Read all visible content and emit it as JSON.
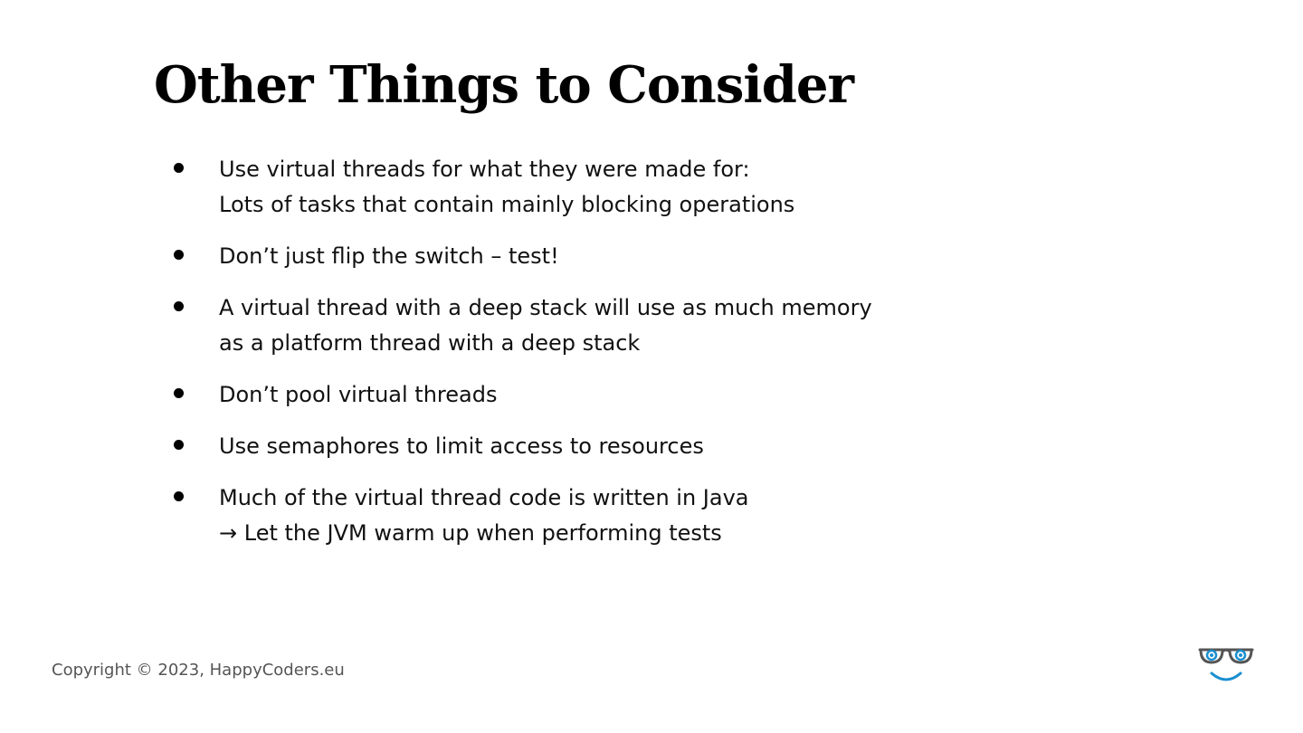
{
  "slide": {
    "title": "Other Things to Consider",
    "bullets": [
      {
        "lines": [
          "Use virtual threads for what they were made for:",
          "Lots of tasks that contain mainly blocking operations"
        ]
      },
      {
        "lines": [
          "Don’t just flip the switch – test!"
        ]
      },
      {
        "lines": [
          "A virtual thread with a deep stack will use as much memory",
          "as a platform thread with a deep stack"
        ]
      },
      {
        "lines": [
          "Don’t pool virtual threads"
        ]
      },
      {
        "lines": [
          "Use semaphores to limit access to resources"
        ]
      },
      {
        "lines": [
          "Much of the virtual thread code is written in Java",
          "→ Let the JVM warm up when performing tests"
        ]
      }
    ]
  },
  "footer": {
    "copyright": "Copyright © 2023, HappyCoders.eu",
    "logo_icon": "glasses-smile-logo-icon"
  },
  "colors": {
    "text": "#111111",
    "footer_text": "#555555",
    "logo_frame": "#555555",
    "logo_accent": "#1a8fd0"
  }
}
